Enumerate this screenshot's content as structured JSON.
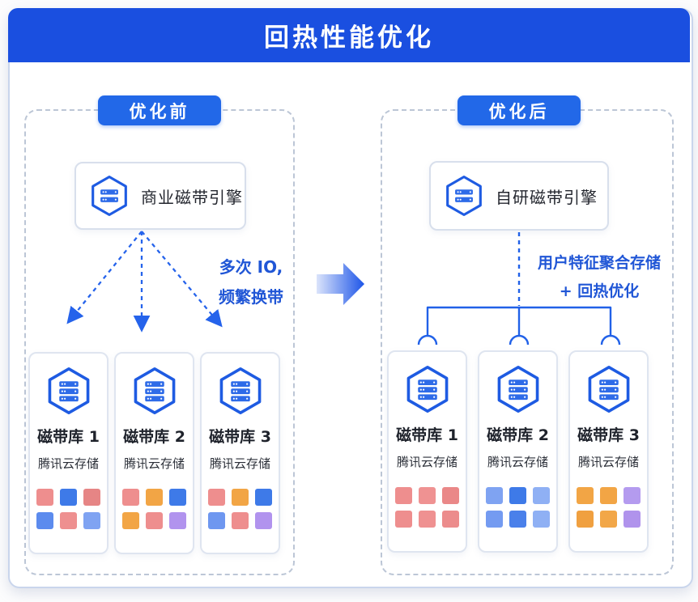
{
  "title": "回热性能优化",
  "icons": {
    "engine": "server-hexagon-icon",
    "library": "server-hexagon-icon",
    "transition": "right-arrow-icon"
  },
  "theme": {
    "banner_blue": "#1A4FE0",
    "badge_blue": "#2268E8",
    "line_blue": "#2161E8",
    "annotation_blue": "#2056D6",
    "panel_dash_gray": "#BCC6D6",
    "card_border": "#DFE5F0",
    "text_dark": "#23262E"
  },
  "panels": [
    {
      "badge": "优化前",
      "engine_label": "商业磁带引擎",
      "annotation_lines": [
        "多次 IO,",
        "频繁换带"
      ],
      "libraries": [
        {
          "name": "磁带库 1",
          "provider": "腾讯云存储",
          "squares": [
            "#EE8E8E",
            "#3E7AE8",
            "#E68585",
            "#5C8BEE",
            "#EE9090",
            "#7FA3F2"
          ]
        },
        {
          "name": "磁带库 2",
          "provider": "腾讯云存储",
          "squares": [
            "#EE8E8E",
            "#F2A545",
            "#3E7AE8",
            "#F2A545",
            "#EE8E8E",
            "#B193EE"
          ]
        },
        {
          "name": "磁带库 3",
          "provider": "腾讯云存储",
          "squares": [
            "#EE8E8E",
            "#F2A545",
            "#3E7AE8",
            "#6E97F0",
            "#EE8E8E",
            "#B193EE"
          ]
        }
      ]
    },
    {
      "badge": "优化后",
      "engine_label": "自研磁带引擎",
      "annotation_lines": [
        "用户特征聚合存储",
        "+ 回热优化"
      ],
      "libraries": [
        {
          "name": "磁带库 1",
          "provider": "腾讯云存储",
          "squares": [
            "#EE8E8E",
            "#EF9292",
            "#EA8888",
            "#EE8E8E",
            "#EF9191",
            "#EC8C8C"
          ]
        },
        {
          "name": "磁带库 2",
          "provider": "腾讯云存储",
          "squares": [
            "#7FA3F2",
            "#3E7AE8",
            "#8FB0F4",
            "#749BF1",
            "#4A80EA",
            "#8FB0F4"
          ]
        },
        {
          "name": "磁带库 3",
          "provider": "腾讯云存储",
          "squares": [
            "#F2A545",
            "#F2A545",
            "#B49BEF",
            "#F0A040",
            "#F2A748",
            "#B093EC"
          ]
        }
      ]
    }
  ]
}
